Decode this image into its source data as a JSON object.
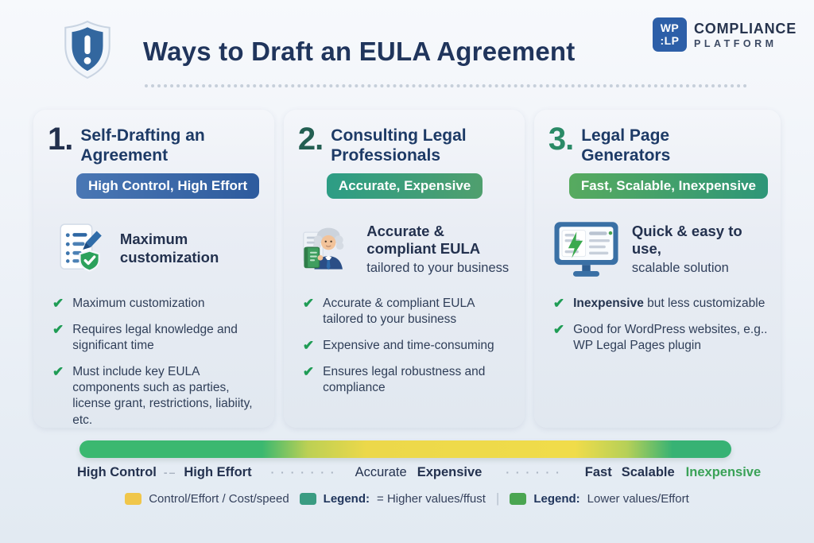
{
  "header": {
    "title": "Ways to Draft an EULA Agreement",
    "logo": {
      "mark_line1": "WP",
      "mark_line2": ":LP",
      "name_line1": "COMPLIANCE",
      "name_line2": "PLATFORM"
    }
  },
  "icons": {
    "check_glyph": "✔"
  },
  "cards": [
    {
      "number": "1.",
      "title": "Self-Drafting an Agreement",
      "badge": "High Control, High Effort",
      "icon": "document-pencil-check-icon",
      "feature_bold": "Maximum customization",
      "feature_regular": "",
      "bullets": [
        {
          "bold": "",
          "text": "Maximum customization"
        },
        {
          "bold": "",
          "text": "Requires legal knowledge and significant time"
        },
        {
          "bold": "",
          "text": "Must include key EULA components such as parties, license grant, restrictions, liabiity, etc."
        }
      ]
    },
    {
      "number": "2.",
      "title": "Consulting Legal Professionals",
      "badge": "Accurate, Expensive",
      "icon": "lawyer-icon",
      "feature_bold": "Accurate & compliant EULA",
      "feature_regular": "tailored to your business",
      "bullets": [
        {
          "bold": "",
          "text": "Accurate & compliant EULA tailored to your business"
        },
        {
          "bold": "",
          "text": "Expensive and time-consuming"
        },
        {
          "bold": "",
          "text": "Ensures legal robustness and compliance"
        }
      ]
    },
    {
      "number": "3.",
      "title": "Legal Page Generators",
      "badge": "Fast, Scalable, Inexpensive",
      "icon": "monitor-lightning-icon",
      "feature_bold": "Quick & easy to use,",
      "feature_regular": "scalable solution",
      "bullets": [
        {
          "bold": "Inexpensive",
          "text": " but less customizable"
        },
        {
          "bold": "",
          "text": "Good for WordPress websites, e.g.. WP Legal Pages plugin"
        }
      ]
    }
  ],
  "footer": {
    "scale": [
      "High Control",
      "-–",
      "High Effort",
      "· · · · · · ·",
      "Accurate",
      "Expensive",
      "· · · · · ·",
      "Fast",
      "Scalable",
      "Inexpensive"
    ],
    "legend": {
      "item1_text": "Control/Effort / Cost/speed",
      "item2_label": "Legend:",
      "item2_text": "= Higher values/ffust",
      "separator": "|",
      "item3_label": "Legend:",
      "item3_text": "Lower values/Effort"
    },
    "colors": {
      "bar_green": "#3bb870",
      "bar_yellow": "#f0dc4a",
      "swatch_yellow": "#f0c64a",
      "swatch_teal": "#3a9c82",
      "swatch_green": "#4aa551",
      "inexpensive_label": "#3aa257",
      "badge_blue": "#2d5b9d",
      "badge_teal": "#2d9d85",
      "badge_green": "#2e9678"
    }
  }
}
